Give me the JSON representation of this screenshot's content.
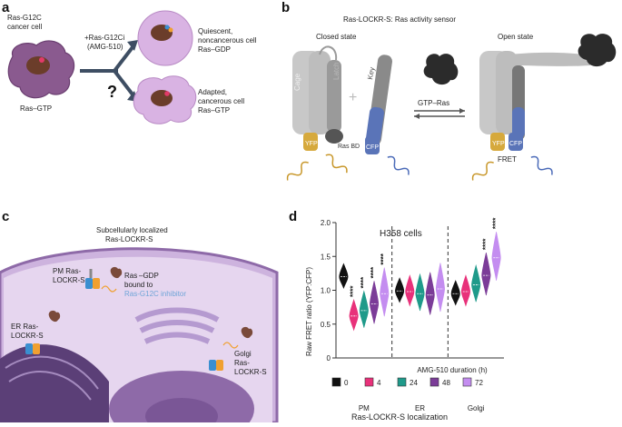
{
  "panel_a": {
    "letter": "a",
    "cancer_cell_label_1": "Ras-G12C",
    "cancer_cell_label_2": "cancer cell",
    "ras_gtp_label": "Ras–GTP",
    "treatment_1": "+Ras-G12Ci",
    "treatment_2": "(AMG-510)",
    "question_mark": "?",
    "quiescent_1": "Quiescent,",
    "quiescent_2": "noncancerous cell",
    "quiescent_3": "Ras–GDP",
    "adapted_1": "Adapted,",
    "adapted_2": "cancerous cell",
    "adapted_3": "Ras–GTP"
  },
  "panel_b": {
    "letter": "b",
    "title": "Ras-LOCKR-S: Ras activity sensor",
    "closed_state": "Closed state",
    "open_state": "Open state",
    "cage": "Cage",
    "latch": "Latch",
    "key": "Key",
    "plus": "+",
    "yfp": "YFP",
    "cfp": "CFP",
    "ras_bd": "Ras BD",
    "gtp_ras": "GTP–Ras",
    "fret": "FRET"
  },
  "panel_c": {
    "letter": "c",
    "title_1": "Subcellularly localized",
    "title_2": "Ras-LOCKR-S",
    "pm_1": "PM Ras-",
    "pm_2": "LOCKR-S",
    "ras_gdp_1": "Ras",
    "ras_gdp_2": "–GDP",
    "bound_to": "bound to",
    "inhibitor": "Ras-G12C inhibitor",
    "er_1": "ER Ras-",
    "er_2": "LOCKR-S",
    "golgi_1": "Golgi",
    "golgi_2": "Ras-",
    "golgi_3": "LOCKR-S"
  },
  "panel_d": {
    "letter": "d",
    "significance": "****",
    "legend_title": "AMG-510 duration (h)"
  },
  "chart_data": {
    "type": "violin",
    "title": "H358 cells",
    "xlabel": "Ras-LOCKR-S localization",
    "ylabel": "Raw FRET ratio (YFP:CFP)",
    "ylim": [
      0.0,
      2.0
    ],
    "yticks": [
      "0",
      "0.5",
      "1.0",
      "1.5",
      "2.0"
    ],
    "categories": [
      "PM",
      "ER",
      "Golgi"
    ],
    "colors": [
      "#111111",
      "#e8317a",
      "#1f9a8a",
      "#7b3c98",
      "#c48df0"
    ],
    "series": [
      {
        "name": "0",
        "values": [
          1.2,
          0.99,
          0.95
        ]
      },
      {
        "name": "4",
        "values": [
          0.62,
          0.98,
          0.98
        ]
      },
      {
        "name": "24",
        "values": [
          0.7,
          0.95,
          1.08
        ]
      },
      {
        "name": "48",
        "values": [
          0.8,
          0.93,
          1.22
        ]
      },
      {
        "name": "72",
        "values": [
          0.95,
          1.02,
          1.48
        ]
      }
    ],
    "significant": [
      [
        false,
        true,
        true,
        true,
        true
      ],
      [
        false,
        false,
        false,
        false,
        false
      ],
      [
        false,
        false,
        false,
        true,
        true
      ]
    ],
    "legend": "bottom"
  }
}
